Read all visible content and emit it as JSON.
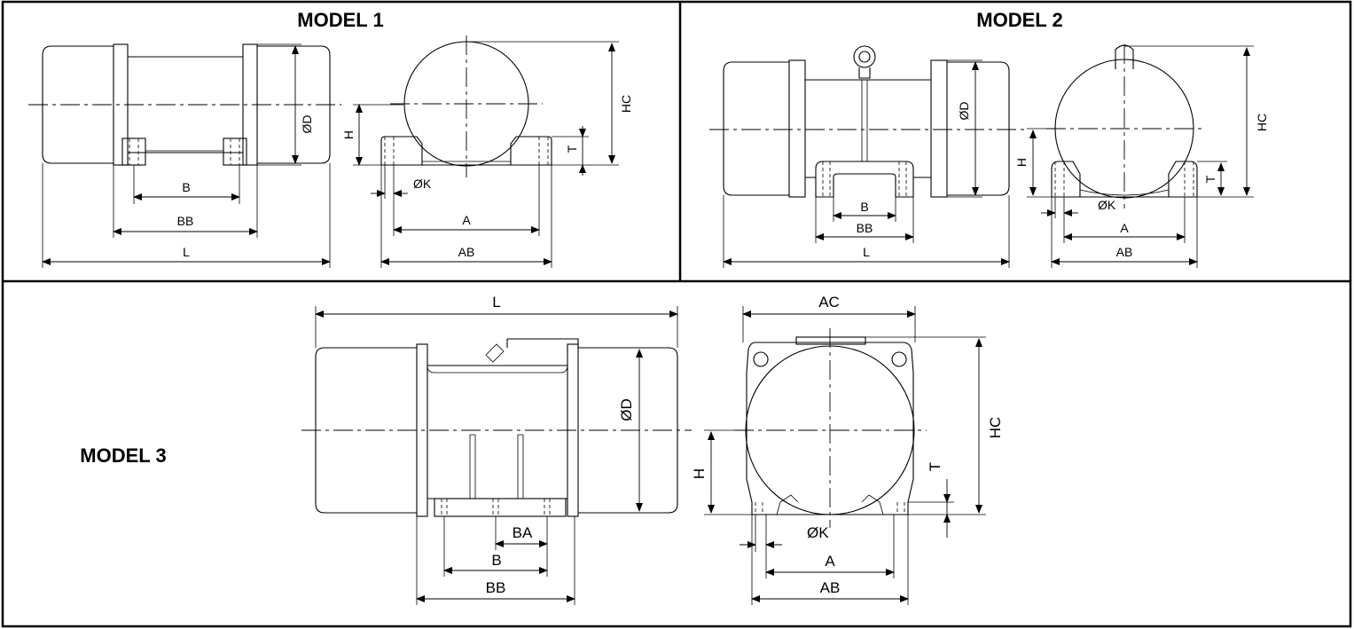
{
  "panels": {
    "model1": {
      "title": "MODEL 1"
    },
    "model2": {
      "title": "MODEL 2"
    },
    "model3": {
      "title": "MODEL 3"
    }
  },
  "dimension_labels": {
    "L": "L",
    "B": "B",
    "BB": "BB",
    "BA": "BA",
    "D": "ØD",
    "H": "H",
    "HC": "HC",
    "T": "T",
    "K": "ØK",
    "A": "A",
    "AB": "AB",
    "AC": "AC"
  }
}
